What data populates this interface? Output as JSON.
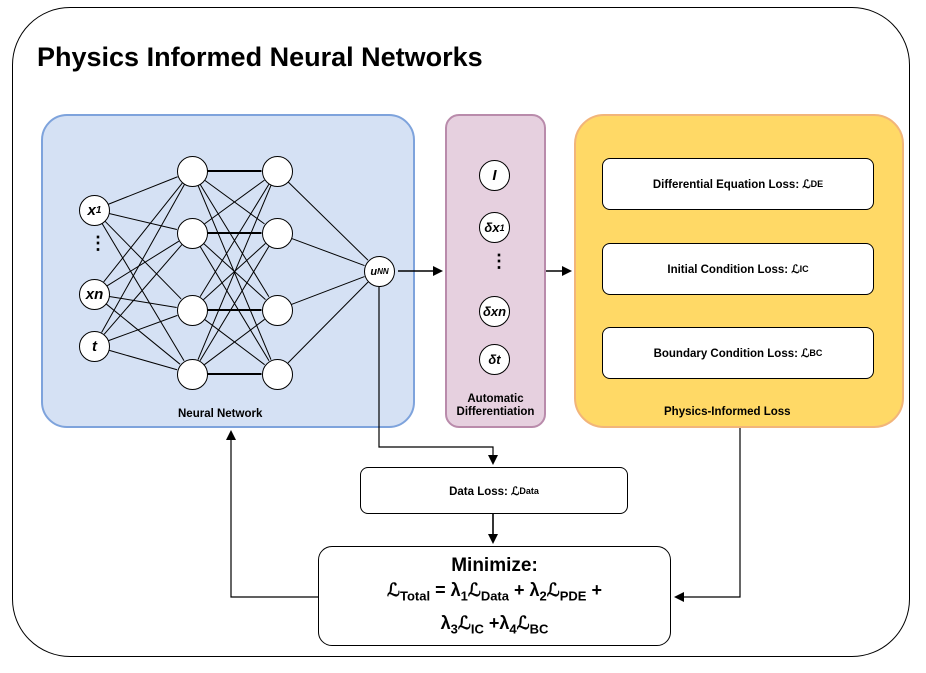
{
  "title": "Physics Informed Neural Networks",
  "neural_network": {
    "label": "Neural Network",
    "inputs": [
      {
        "base": "x",
        "sub": "1"
      },
      {
        "base": "xn",
        "sub": ""
      },
      {
        "base": "t",
        "sub": ""
      }
    ],
    "input_dots": "⋮",
    "output": {
      "base": "u",
      "sub": "NN"
    }
  },
  "automatic_differentiation": {
    "label_line1": "Automatic",
    "label_line2": "Differentiation",
    "operators": [
      "I",
      "δx",
      "δxn",
      "δt"
    ],
    "operator_subs": [
      "",
      "1",
      "",
      ""
    ],
    "dots": "⋮"
  },
  "physics_informed_loss": {
    "label": "Physics-Informed Loss",
    "items": [
      {
        "text": "Differential Equation Loss: ℒ",
        "sub": "DE"
      },
      {
        "text": "Initial Condition Loss: ℒ",
        "sub": "IC"
      },
      {
        "text": "Boundary Condition Loss: ℒ",
        "sub": "BC"
      }
    ]
  },
  "data_loss": {
    "text": "Data Loss: ℒ",
    "sub": "Data"
  },
  "minimize": {
    "title": "Minimize:",
    "line1": [
      {
        "t": "ℒ",
        "s": "Total"
      },
      {
        "t": " = λ",
        "s": "1"
      },
      {
        "t": "ℒ",
        "s": "Data"
      },
      {
        "t": "  + λ",
        "s": "2"
      },
      {
        "t": "ℒ",
        "s": "PDE"
      },
      {
        "t": " +",
        "s": ""
      }
    ],
    "line2": [
      {
        "t": "λ",
        "s": "3"
      },
      {
        "t": "ℒ",
        "s": "IC"
      },
      {
        "t": " +λ",
        "s": "4"
      },
      {
        "t": "ℒ",
        "s": "BC"
      }
    ]
  }
}
